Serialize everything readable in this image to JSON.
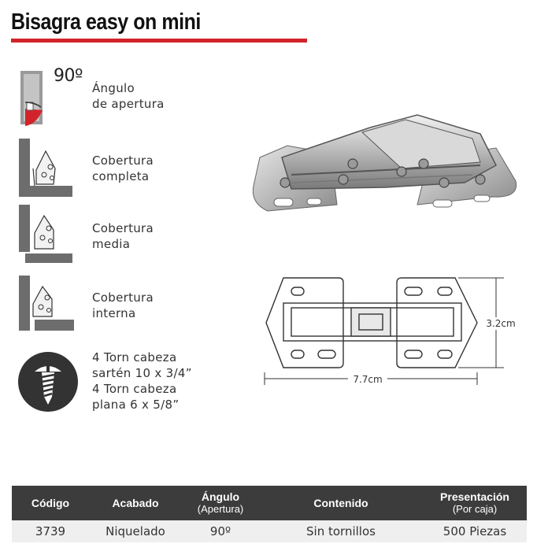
{
  "title": "Bisagra easy on mini",
  "features": [
    {
      "icon": "opening-angle-icon",
      "badge": "90º",
      "label": "Ángulo\nde apertura"
    },
    {
      "icon": "full-overlay-icon",
      "label": "Cobertura\ncompleta"
    },
    {
      "icon": "half-overlay-icon",
      "label": "Cobertura\nmedia"
    },
    {
      "icon": "inset-overlay-icon",
      "label": "Cobertura\ninterna"
    },
    {
      "icon": "screw-icon",
      "label": "4 Torn cabeza\nsartén 10 x 3/4”\n4 Torn cabeza\nplana 6 x 5/8”"
    }
  ],
  "dimensions": {
    "width": "7.7cm",
    "height": "3.2cm"
  },
  "table": {
    "headers": [
      {
        "main": "Código",
        "sub": ""
      },
      {
        "main": "Acabado",
        "sub": ""
      },
      {
        "main": "Ángulo",
        "sub": "(Apertura)"
      },
      {
        "main": "Contenido",
        "sub": ""
      },
      {
        "main": "Presentación",
        "sub": "(Por caja)"
      }
    ],
    "rows": [
      [
        "3739",
        "Niquelado",
        "90º",
        "Sin tornillos",
        "500 Piezas"
      ]
    ]
  },
  "colors": {
    "accent": "#d3232a",
    "header_bg": "#3c3c3c",
    "row_bg": "#efefef"
  }
}
